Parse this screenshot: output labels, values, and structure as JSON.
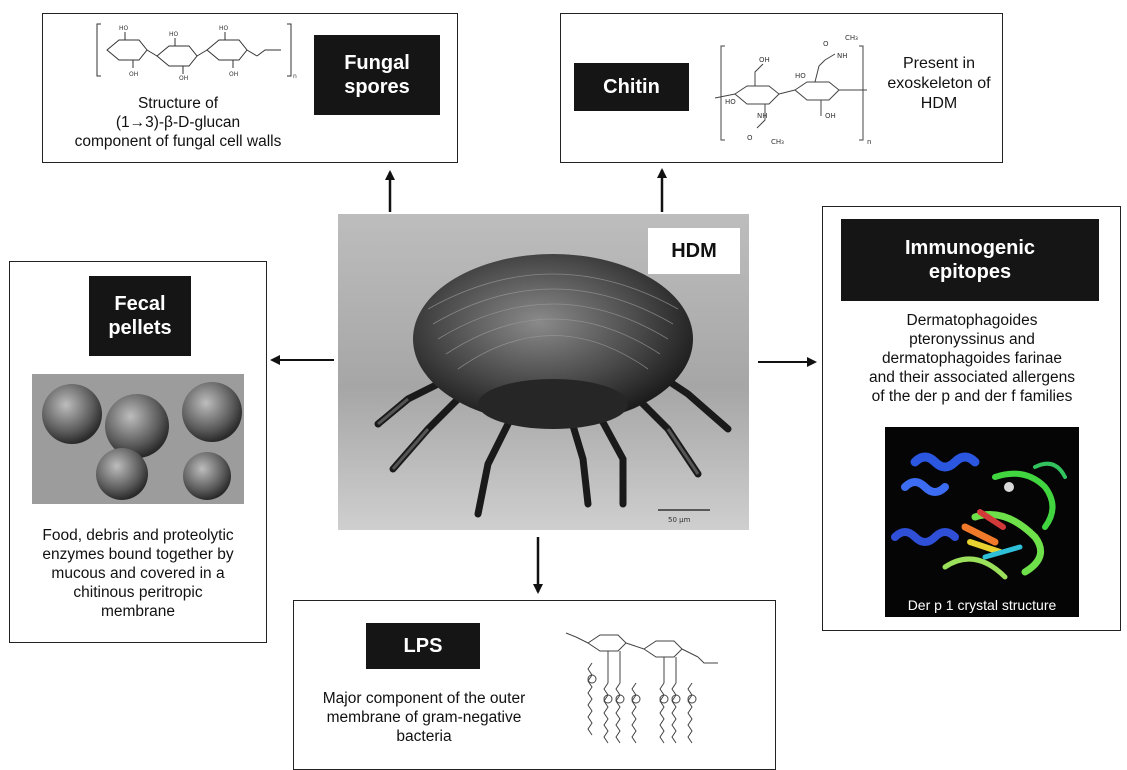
{
  "center": {
    "label": "HDM",
    "scale_bar": "50 µm"
  },
  "fungal_spores": {
    "label_line1": "Fungal",
    "label_line2": "spores",
    "desc_line1": "Structure of",
    "desc_line2": "(1→3)-β-D-glucan",
    "desc_line3": "component of fungal cell walls"
  },
  "chitin": {
    "label": "Chitin",
    "desc_line1": "Present in",
    "desc_line2": "exoskeleton of",
    "desc_line3": "HDM"
  },
  "fecal_pellets": {
    "label_line1": "Fecal",
    "label_line2": "pellets",
    "desc_line1": "Food, debris and proteolytic",
    "desc_line2": "enzymes bound together by",
    "desc_line3": "mucous and covered in a",
    "desc_line4": "chitinous peritropic",
    "desc_line5": "membrane"
  },
  "immunogenic_epitopes": {
    "label_line1": "Immunogenic",
    "label_line2": "epitopes",
    "desc_line1": "Dermatophagoides",
    "desc_line2": "pteronyssinus and",
    "desc_line3": "dermatophagoides farinae",
    "desc_line4": "and their associated allergens",
    "desc_line5": "of the der p and der f families",
    "crystal_caption": "Der p 1 crystal structure"
  },
  "lps": {
    "label": "LPS",
    "desc_line1": "Major component of the outer",
    "desc_line2": "membrane of gram-negative",
    "desc_line3": "bacteria"
  },
  "colors": {
    "label_bg": "#151515",
    "label_text": "#ffffff",
    "border": "#222222",
    "photo_gray": "#9a9a9a",
    "crystal_bg": "#050505"
  }
}
